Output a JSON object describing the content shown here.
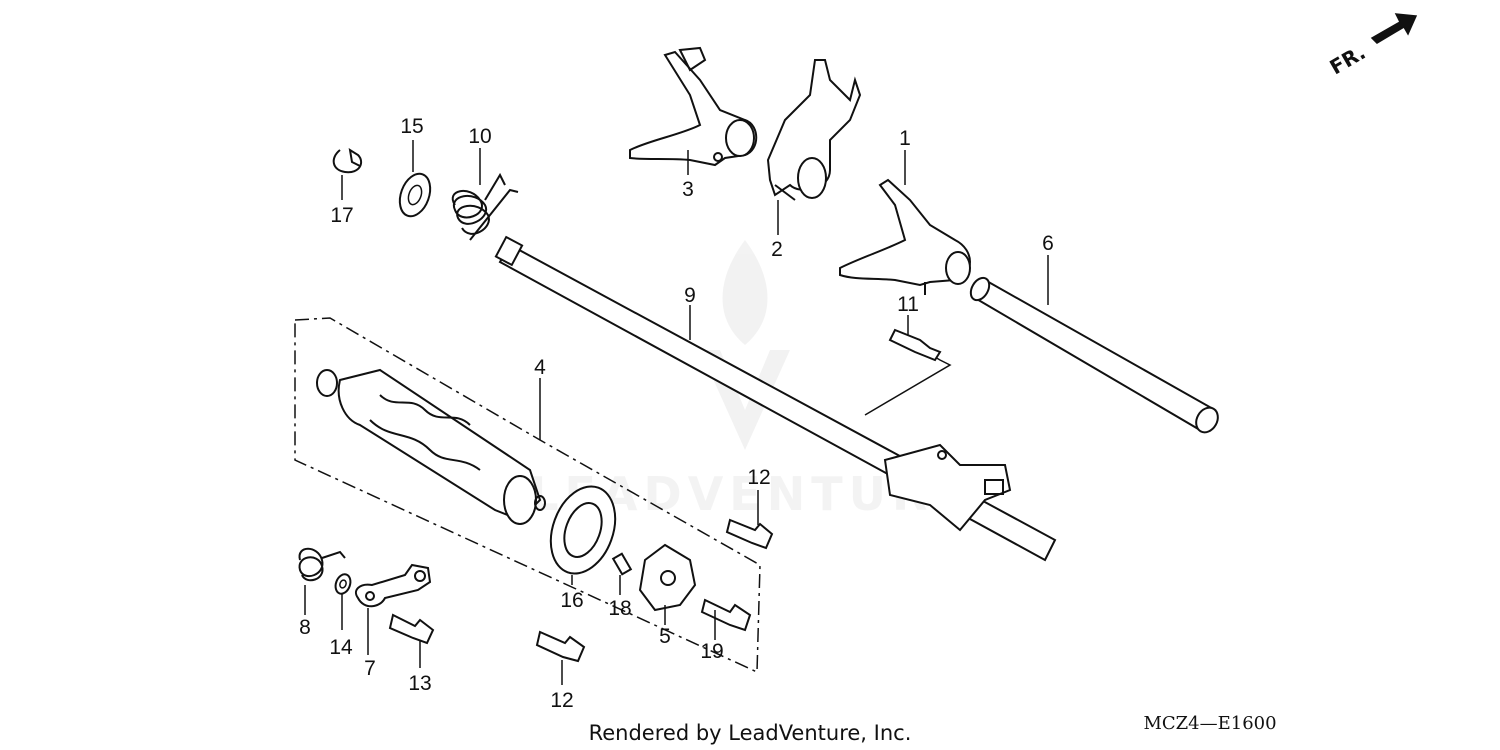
{
  "diagram": {
    "orientation": "FR.",
    "footer_credit": "Rendered by LeadVenture, Inc.",
    "diagram_code": "MCZ4—E1600",
    "watermark": "LEADVENTURE",
    "colors": {
      "ink": "#111111",
      "background": "#ffffff",
      "watermark": "#ececec"
    }
  },
  "parts": [
    {
      "id": "label_1",
      "text": "1"
    },
    {
      "id": "label_2",
      "text": "2"
    },
    {
      "id": "label_3",
      "text": "3"
    },
    {
      "id": "label_4",
      "text": "4"
    },
    {
      "id": "label_5",
      "text": "5"
    },
    {
      "id": "label_6",
      "text": "6"
    },
    {
      "id": "label_7",
      "text": "7"
    },
    {
      "id": "label_8",
      "text": "8"
    },
    {
      "id": "label_9",
      "text": "9"
    },
    {
      "id": "label_10",
      "text": "10"
    },
    {
      "id": "label_11",
      "text": "11"
    },
    {
      "id": "label_12a",
      "text": "12"
    },
    {
      "id": "label_12b",
      "text": "12"
    },
    {
      "id": "label_13",
      "text": "13"
    },
    {
      "id": "label_14",
      "text": "14"
    },
    {
      "id": "label_15",
      "text": "15"
    },
    {
      "id": "label_16",
      "text": "16"
    },
    {
      "id": "label_17",
      "text": "17"
    },
    {
      "id": "label_18",
      "text": "18"
    },
    {
      "id": "label_19",
      "text": "19"
    }
  ]
}
